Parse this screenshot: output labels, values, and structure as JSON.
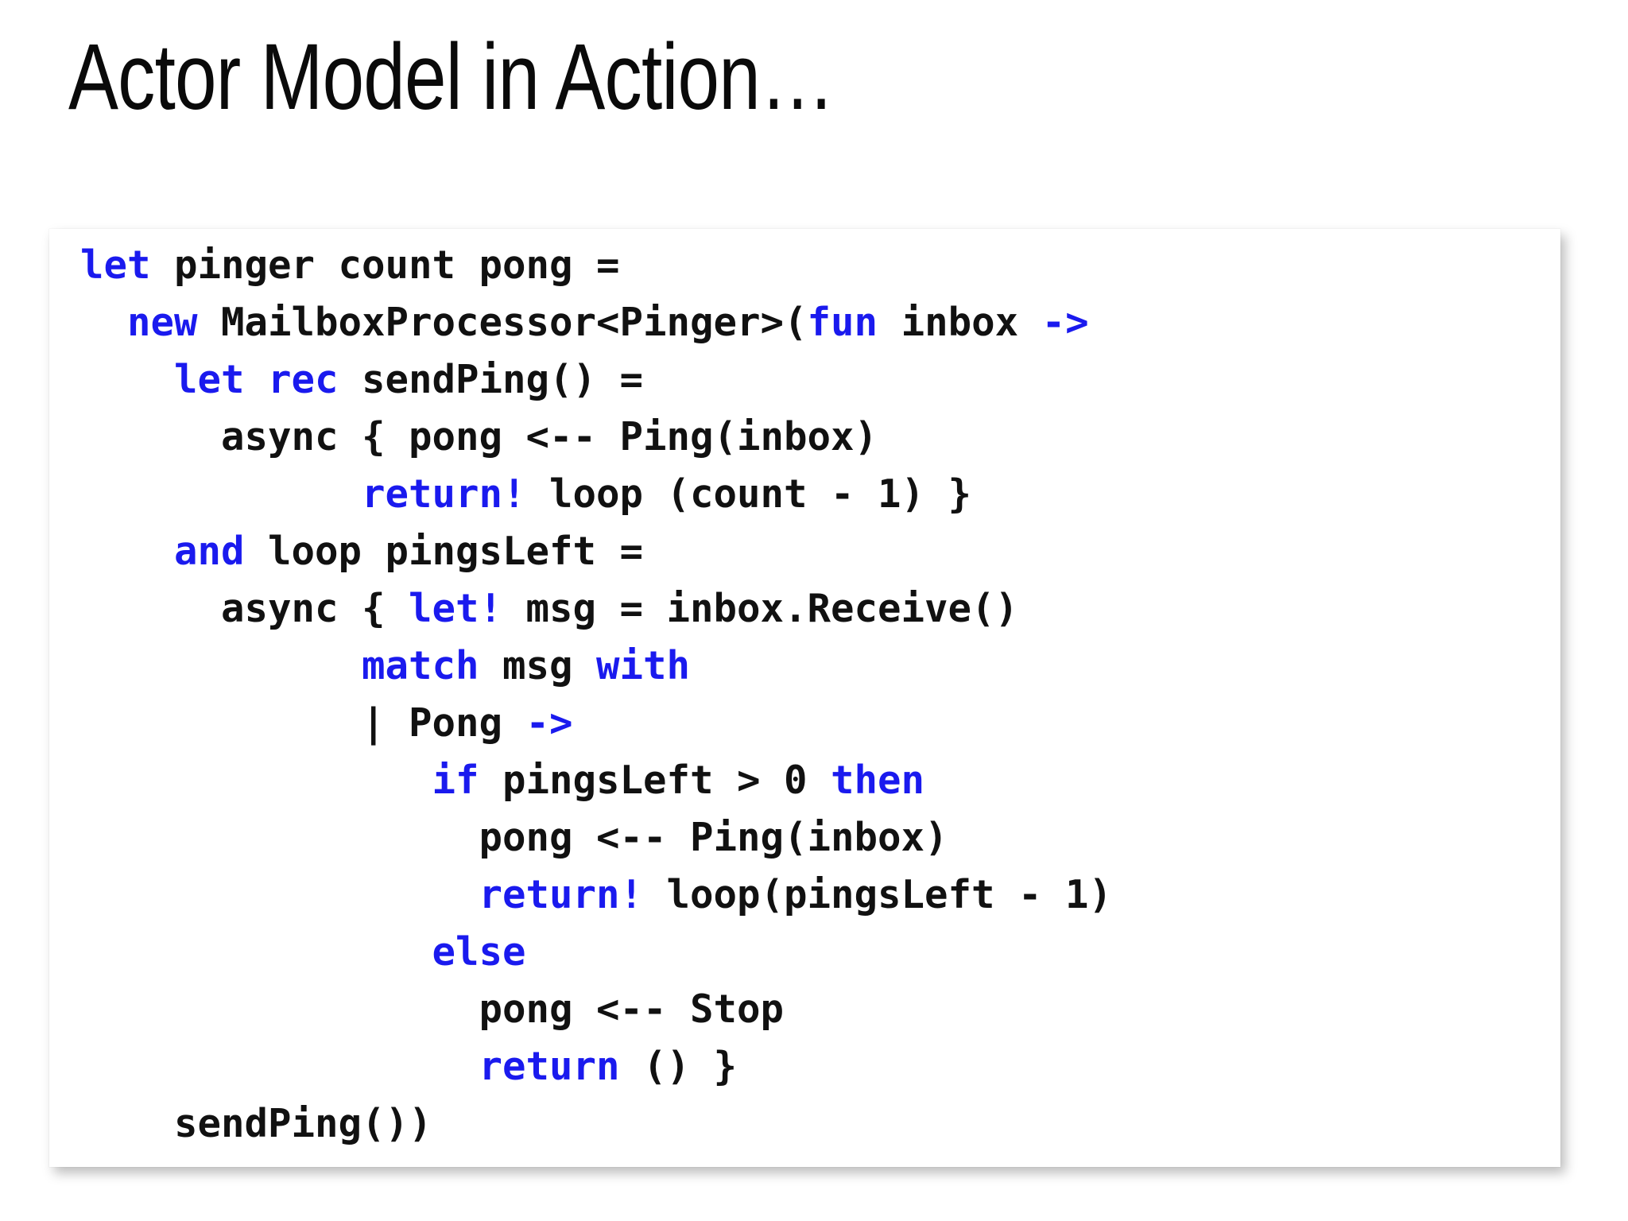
{
  "slide": {
    "title": "Actor Model in Action…",
    "accent_keyword_color": "#1a1aee",
    "text_color": "#111111",
    "background_color": "#ffffff",
    "card_background_color": "#ffffff"
  },
  "code": {
    "language": "F#",
    "lines": [
      [
        {
          "t": "let",
          "k": true
        },
        {
          "t": " pinger count pong =",
          "k": false
        }
      ],
      [
        {
          "t": "  ",
          "k": false
        },
        {
          "t": "new",
          "k": true
        },
        {
          "t": " MailboxProcessor<Pinger>(",
          "k": false
        },
        {
          "t": "fun",
          "k": true
        },
        {
          "t": " inbox ",
          "k": false
        },
        {
          "t": "->",
          "k": true
        }
      ],
      [
        {
          "t": "    ",
          "k": false
        },
        {
          "t": "let rec",
          "k": true
        },
        {
          "t": " sendPing() =",
          "k": false
        }
      ],
      [
        {
          "t": "      async { pong <-- Ping(inbox)",
          "k": false
        }
      ],
      [
        {
          "t": "            ",
          "k": false
        },
        {
          "t": "return!",
          "k": true
        },
        {
          "t": " loop (count - 1) }",
          "k": false
        }
      ],
      [
        {
          "t": "    ",
          "k": false
        },
        {
          "t": "and",
          "k": true
        },
        {
          "t": " loop pingsLeft =",
          "k": false
        }
      ],
      [
        {
          "t": "      async { ",
          "k": false
        },
        {
          "t": "let!",
          "k": true
        },
        {
          "t": " msg = inbox.Receive()",
          "k": false
        }
      ],
      [
        {
          "t": "            ",
          "k": false
        },
        {
          "t": "match",
          "k": true
        },
        {
          "t": " msg ",
          "k": false
        },
        {
          "t": "with",
          "k": true
        }
      ],
      [
        {
          "t": "            | Pong ",
          "k": false
        },
        {
          "t": "->",
          "k": true
        }
      ],
      [
        {
          "t": "               ",
          "k": false
        },
        {
          "t": "if",
          "k": true
        },
        {
          "t": " pingsLeft > 0 ",
          "k": false
        },
        {
          "t": "then",
          "k": true
        }
      ],
      [
        {
          "t": "                 pong <-- Ping(inbox)",
          "k": false
        }
      ],
      [
        {
          "t": "                 ",
          "k": false
        },
        {
          "t": "return!",
          "k": true
        },
        {
          "t": " loop(pingsLeft - 1)",
          "k": false
        }
      ],
      [
        {
          "t": "               ",
          "k": false
        },
        {
          "t": "else",
          "k": true
        }
      ],
      [
        {
          "t": "                 pong <-- Stop",
          "k": false
        }
      ],
      [
        {
          "t": "                 ",
          "k": false
        },
        {
          "t": "return",
          "k": true
        },
        {
          "t": " () }",
          "k": false
        }
      ],
      [
        {
          "t": "    sendPing())",
          "k": false
        }
      ]
    ]
  }
}
